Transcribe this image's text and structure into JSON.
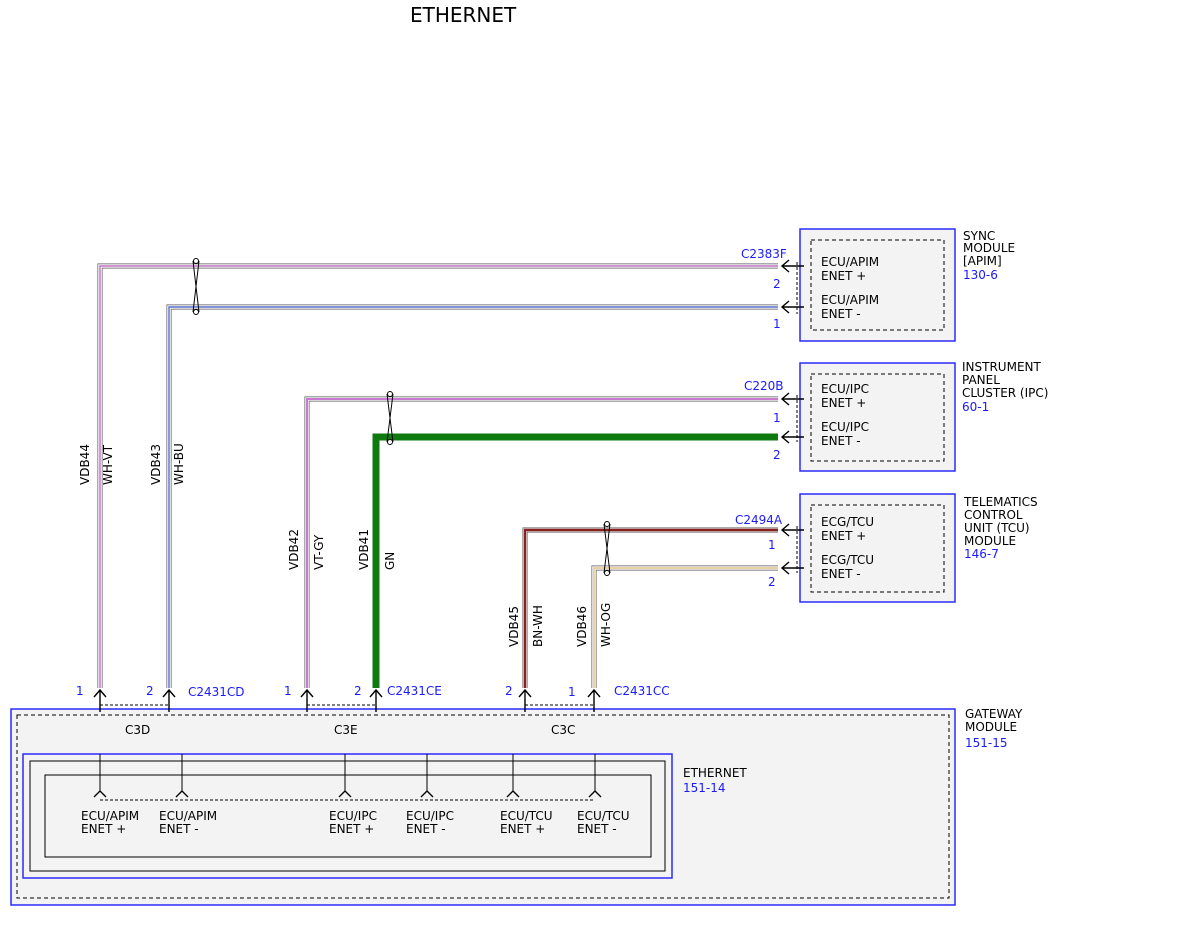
{
  "title": "ETHERNET",
  "modules": {
    "sync": {
      "name_lines": [
        "SYNC",
        "MODULE",
        "[APIM]"
      ],
      "ref": "130-6",
      "connector": "C2383F",
      "pins": [
        {
          "num": "2",
          "l1": "ECU/APIM",
          "l2": "ENET +"
        },
        {
          "num": "1",
          "l1": "ECU/APIM",
          "l2": "ENET -"
        }
      ]
    },
    "ipc": {
      "name_lines": [
        "INSTRUMENT",
        "PANEL",
        "CLUSTER (IPC)"
      ],
      "ref": "60-1",
      "connector": "C220B",
      "pins": [
        {
          "num": "1",
          "l1": "ECU/IPC",
          "l2": "ENET +"
        },
        {
          "num": "2",
          "l1": "ECU/IPC",
          "l2": "ENET -"
        }
      ]
    },
    "tcu": {
      "name_lines": [
        "TELEMATICS",
        "CONTROL",
        "UNIT (TCU)",
        "MODULE"
      ],
      "ref": "146-7",
      "connector": "C2494A",
      "pins": [
        {
          "num": "1",
          "l1": "ECG/TCU",
          "l2": "ENET +"
        },
        {
          "num": "2",
          "l1": "ECG/TCU",
          "l2": "ENET -"
        }
      ]
    }
  },
  "wires": [
    {
      "circuit": "VDB44",
      "color": "WH-VT",
      "stripe": "#c070c0"
    },
    {
      "circuit": "VDB43",
      "color": "WH-BU",
      "stripe": "#5a6fd0"
    },
    {
      "circuit": "VDB42",
      "color": "VT-GY",
      "stripe": "#d080d8"
    },
    {
      "circuit": "VDB41",
      "color": "GN",
      "stripe": "#0f7a10"
    },
    {
      "circuit": "VDB45",
      "color": "BN-WH",
      "stripe": "#8a2020"
    },
    {
      "circuit": "VDB46",
      "color": "WH-OG",
      "stripe": "#e0c080"
    }
  ],
  "gateway": {
    "name_lines": [
      "GATEWAY",
      "MODULE"
    ],
    "ref": "151-15",
    "connectors": [
      {
        "name": "C2431CD",
        "sub": "C3D",
        "pin_a": "1",
        "pin_b": "2"
      },
      {
        "name": "C2431CE",
        "sub": "C3E",
        "pin_a": "1",
        "pin_b": "2"
      },
      {
        "name": "C2431CC",
        "sub": "C3C",
        "pin_a": "2",
        "pin_b": "1"
      }
    ],
    "ethernet": {
      "name": "ETHERNET",
      "ref": "151-14"
    },
    "terminals": [
      {
        "l1": "ECU/APIM",
        "l2": "ENET +"
      },
      {
        "l1": "ECU/APIM",
        "l2": "ENET -"
      },
      {
        "l1": "ECU/IPC",
        "l2": "ENET +"
      },
      {
        "l1": "ECU/IPC",
        "l2": "ENET -"
      },
      {
        "l1": "ECU/TCU",
        "l2": "ENET +"
      },
      {
        "l1": "ECU/TCU",
        "l2": "ENET -"
      }
    ]
  },
  "colors": {
    "module_border": "#2b2bff",
    "label_blue": "#1a1aff",
    "module_fill": "#f3f3f3"
  }
}
